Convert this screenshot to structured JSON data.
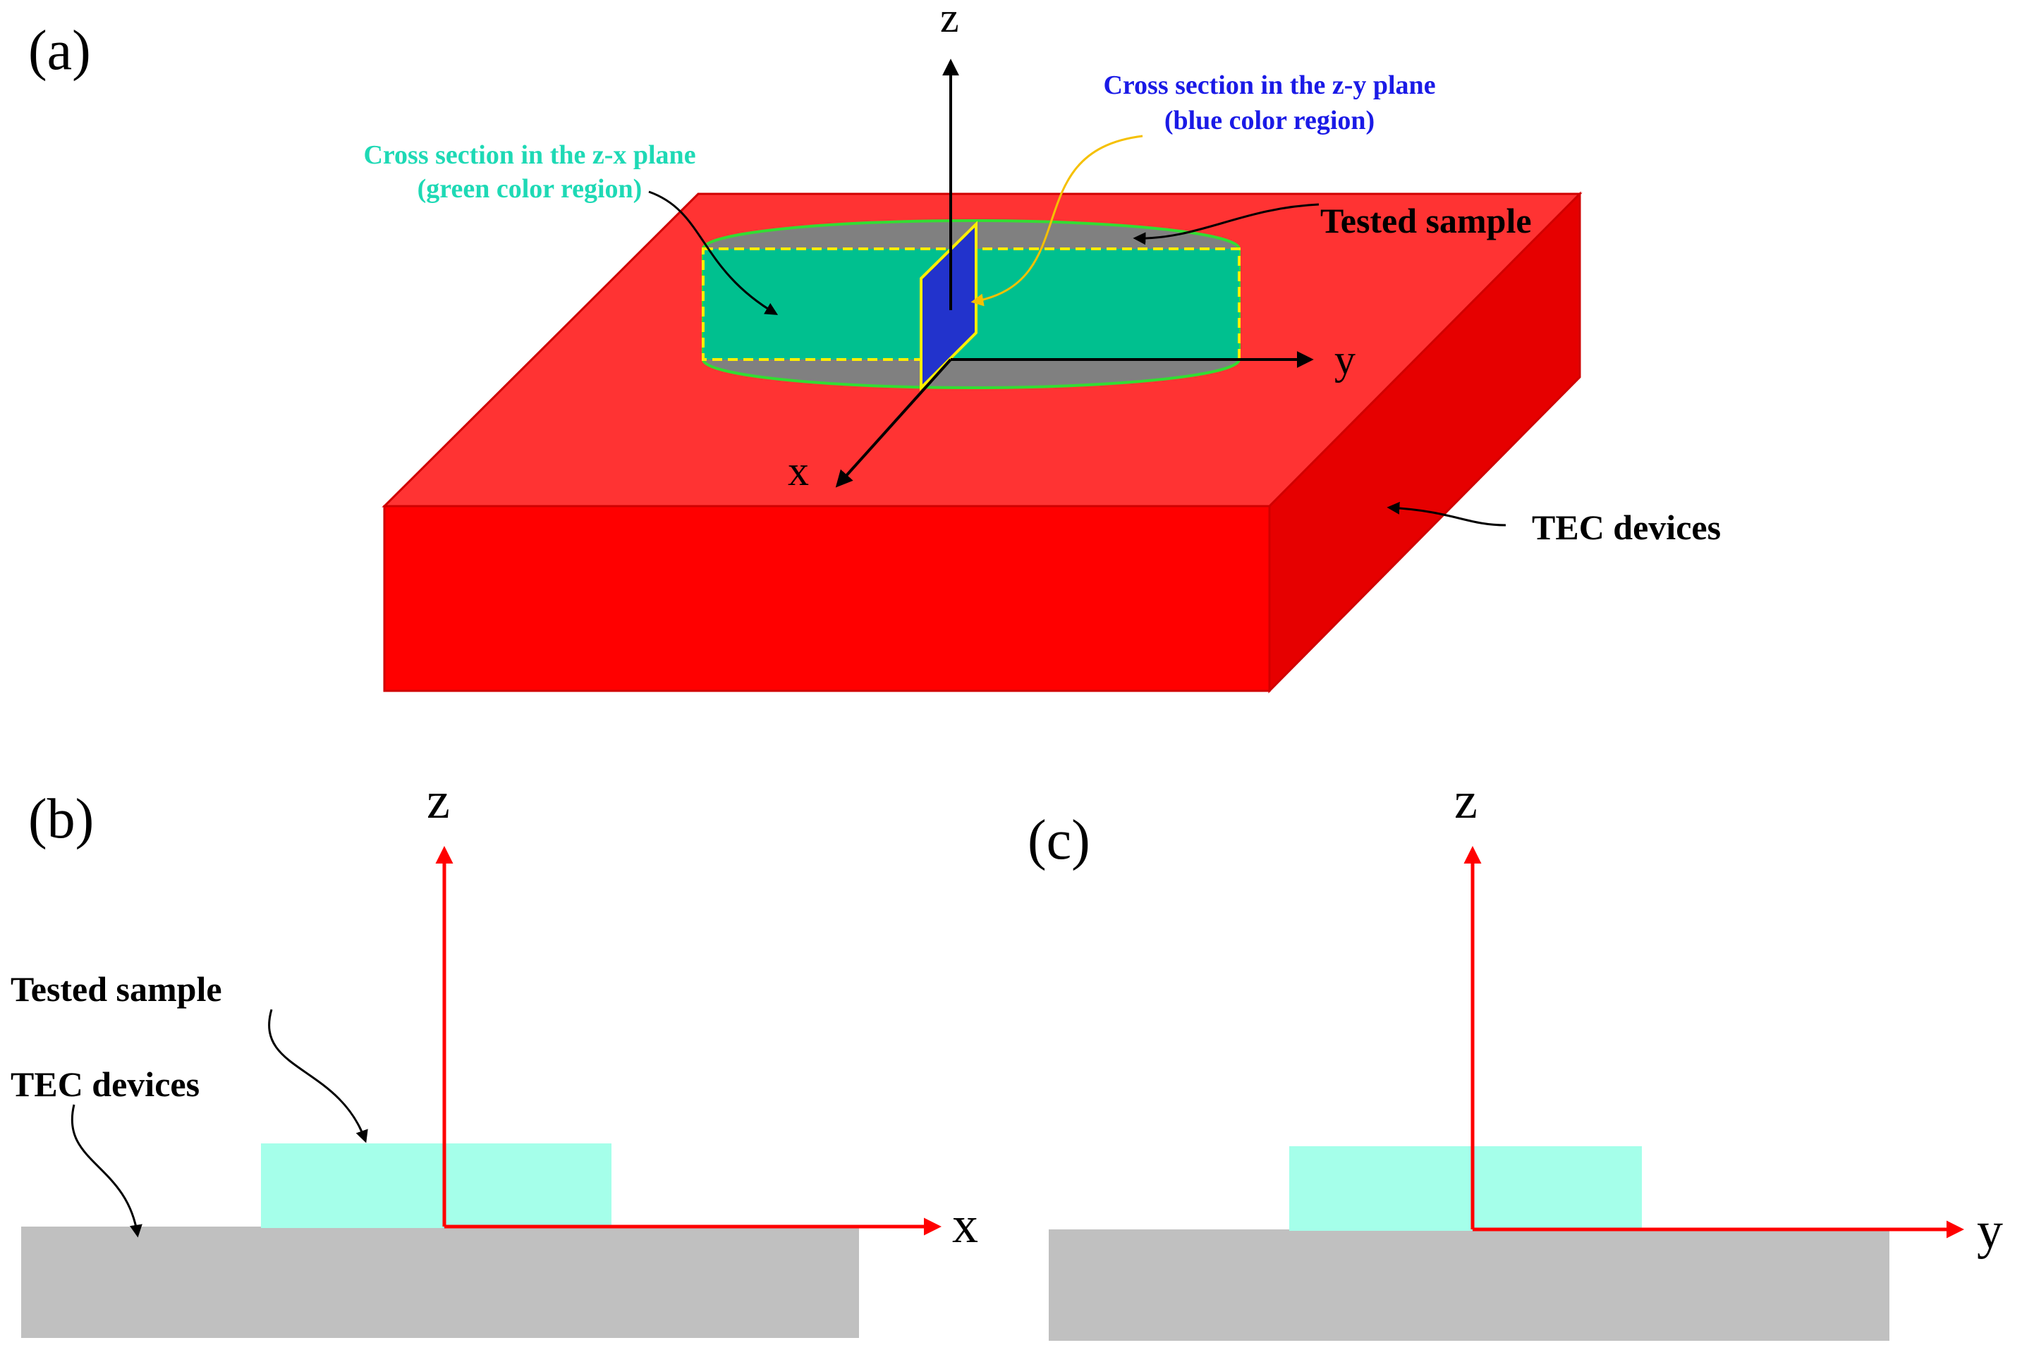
{
  "panels": {
    "a": {
      "label": "(a)",
      "axes": {
        "z": "z",
        "y": "y",
        "x": "x"
      },
      "green_annotation": {
        "line1": "Cross section in the z-x plane",
        "line2": "(green color region)"
      },
      "blue_annotation": {
        "line1": "Cross section in the z-y plane",
        "line2": "(blue color region)"
      },
      "sample_label": "Tested sample",
      "tec_label": "TEC devices"
    },
    "b": {
      "label": "(b)",
      "axes": {
        "z": "z",
        "x": "x"
      },
      "sample_label": "Tested sample",
      "tec_label": "TEC devices"
    },
    "c": {
      "label": "(c)",
      "axes": {
        "z": "z",
        "y": "y"
      }
    }
  },
  "colors": {
    "tec_top": "#ff3333",
    "tec_front": "#ff0000",
    "tec_side": "#e60000",
    "sample_green": "#00c08f",
    "sample_rim": "#808080",
    "cross_section_blue": "#2233cc",
    "green_text": "#1ed9b5",
    "blue_text": "#1a1ae6",
    "curve_yellow": "#f5c000",
    "axis_red": "#ff0000",
    "sample_cyan": "#a5ffea",
    "tec_gray": "#c0c0c0"
  }
}
